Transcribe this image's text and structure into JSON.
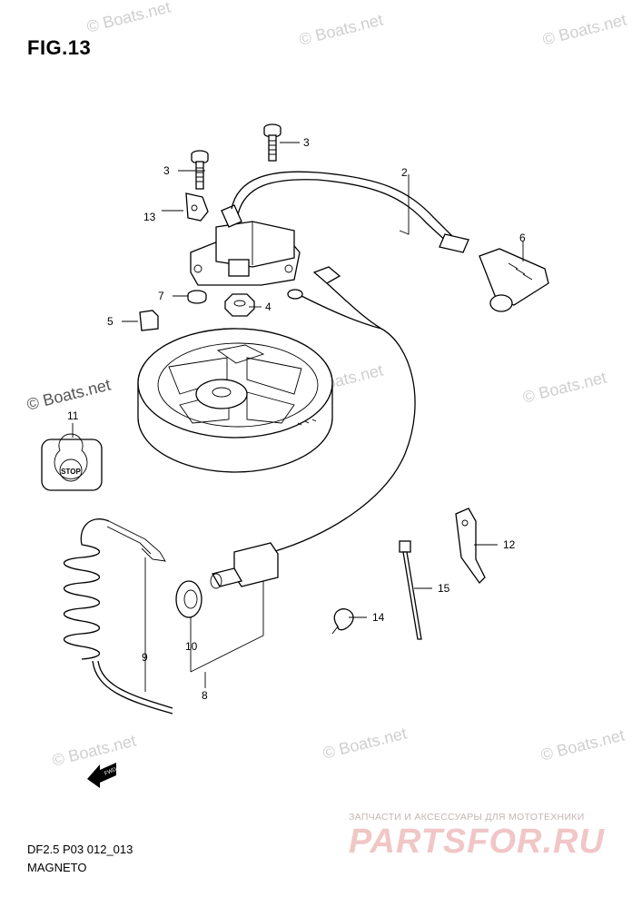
{
  "figure": {
    "title": "FIG.13",
    "code": "DF2.5 P03 012_013",
    "name": "MAGNETO"
  },
  "watermarks": {
    "text": "© Boats.net"
  },
  "shop": {
    "caption": "ЗАПЧАСТИ И АКСЕССУАРЫ ДЛЯ МОТОТЕХНИКИ",
    "logo": "PARTSFOR.RU"
  },
  "stop_label": "STOP",
  "fwd_label": "FWD",
  "callouts": [
    {
      "id": "2",
      "label": "2"
    },
    {
      "id": "3a",
      "label": "3"
    },
    {
      "id": "3b",
      "label": "3"
    },
    {
      "id": "4",
      "label": "4"
    },
    {
      "id": "5",
      "label": "5"
    },
    {
      "id": "6",
      "label": "6"
    },
    {
      "id": "7",
      "label": "7"
    },
    {
      "id": "8",
      "label": "8"
    },
    {
      "id": "9",
      "label": "9"
    },
    {
      "id": "10",
      "label": "10"
    },
    {
      "id": "11",
      "label": "11"
    },
    {
      "id": "12",
      "label": "12"
    },
    {
      "id": "13",
      "label": "13"
    },
    {
      "id": "14",
      "label": "14"
    },
    {
      "id": "15",
      "label": "15"
    }
  ]
}
